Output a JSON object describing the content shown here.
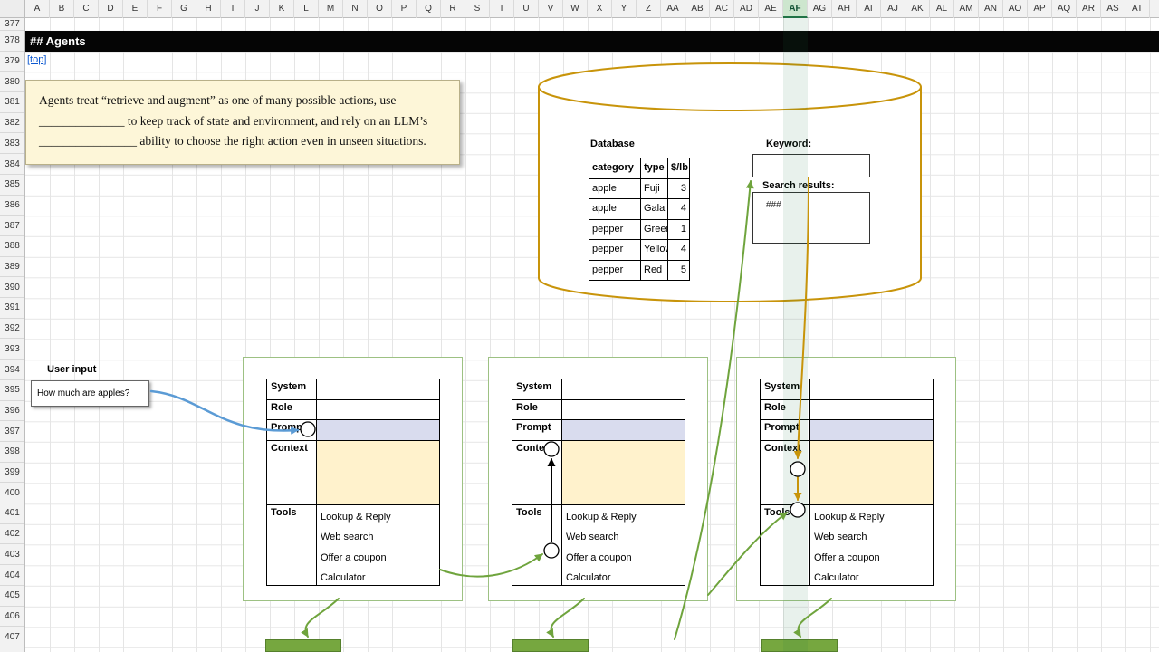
{
  "spreadsheet": {
    "columns": [
      "A",
      "B",
      "C",
      "D",
      "E",
      "F",
      "G",
      "H",
      "I",
      "J",
      "K",
      "L",
      "M",
      "N",
      "O",
      "P",
      "Q",
      "R",
      "S",
      "T",
      "U",
      "V",
      "W",
      "X",
      "Y",
      "Z",
      "AA",
      "AB",
      "AC",
      "AD",
      "AE",
      "AF",
      "AG",
      "AH",
      "AI",
      "AJ",
      "AK",
      "AL",
      "AM",
      "AN",
      "AO",
      "AP",
      "AQ",
      "AR",
      "AS",
      "AT"
    ],
    "rows": [
      "377",
      "378",
      "379",
      "380",
      "381",
      "382",
      "383",
      "384",
      "385",
      "386",
      "387",
      "388",
      "389",
      "390",
      "391",
      "392",
      "393",
      "394",
      "395",
      "396",
      "397",
      "398",
      "399",
      "400",
      "401",
      "402",
      "403",
      "404",
      "405",
      "406",
      "407"
    ],
    "selected_column": "AF"
  },
  "section": {
    "heading": "## Agents",
    "top_link": "[top]"
  },
  "note": {
    "lines": [
      "Agents treat “retrieve and augment” as one of many possible actions, use",
      "______________ to keep track of state and environment, and rely on an LLM’s",
      "________________ ability to choose the right action even in unseen situations."
    ]
  },
  "database": {
    "label": "Database",
    "table": {
      "headers": [
        "category",
        "type",
        "$/lb"
      ],
      "rows": [
        [
          "apple",
          "Fuji",
          "3"
        ],
        [
          "apple",
          "Gala",
          "4"
        ],
        [
          "pepper",
          "Green",
          "1"
        ],
        [
          "pepper",
          "Yellow",
          "4"
        ],
        [
          "pepper",
          "Red",
          "5"
        ]
      ]
    },
    "keyword_label": "Keyword:",
    "keyword_value": "",
    "search_results_label": "Search results:",
    "search_results_value": "###"
  },
  "user_input": {
    "label": "User input",
    "value": "How much are apples?"
  },
  "agent_panels": [
    {
      "fields": [
        {
          "label": "System",
          "value": ""
        },
        {
          "label": "Role",
          "value": ""
        },
        {
          "label": "Prompt",
          "value": ""
        },
        {
          "label": "Context",
          "value": ""
        }
      ],
      "tools_label": "Tools",
      "tools": [
        "Lookup & Reply",
        "Web search",
        "Offer a coupon",
        "Calculator"
      ]
    },
    {
      "fields": [
        {
          "label": "System",
          "value": ""
        },
        {
          "label": "Role",
          "value": ""
        },
        {
          "label": "Prompt",
          "value": ""
        },
        {
          "label": "Context",
          "value": ""
        }
      ],
      "tools_label": "Tools",
      "tools": [
        "Lookup & Reply",
        "Web search",
        "Offer a coupon",
        "Calculator"
      ]
    },
    {
      "fields": [
        {
          "label": "System",
          "value": ""
        },
        {
          "label": "Role",
          "value": ""
        },
        {
          "label": "Prompt",
          "value": ""
        },
        {
          "label": "Context",
          "value": ""
        }
      ],
      "tools_label": "Tools",
      "tools": [
        "Lookup & Reply",
        "Web search",
        "Offer a coupon",
        "Calculator"
      ]
    }
  ],
  "colors": {
    "accent_green": "#6FA43D",
    "accent_gold": "#C8940A",
    "accent_blue": "#5B9BD5",
    "selection": "#217346",
    "note_bg": "#FDF6D8",
    "prompt_bg": "#D9DCEE",
    "context_bg": "#FFF2CC",
    "action_box": "#76A73F"
  }
}
